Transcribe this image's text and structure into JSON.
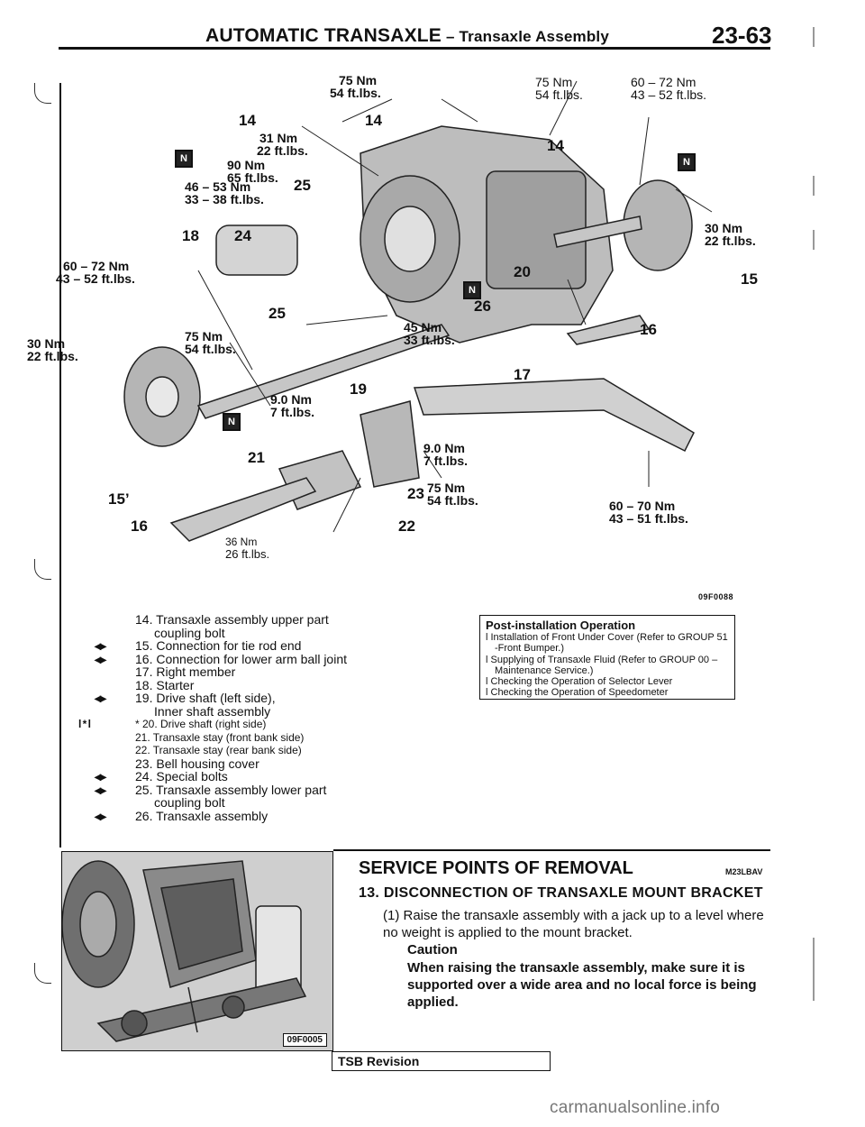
{
  "header": {
    "title_main": "AUTOMATIC TRANSAXLE",
    "title_sep": " – ",
    "title_sub": "Transaxle Assembly",
    "page": "23-63"
  },
  "diagram": {
    "figure_id": "09F0088",
    "labels": [
      {
        "id": "t75a1",
        "text": "75 Nm"
      },
      {
        "id": "t75a2",
        "text": "54 ft.lbs."
      },
      {
        "id": "t31a",
        "text": "31 Nm"
      },
      {
        "id": "t31b",
        "text": "22 ft.lbs."
      },
      {
        "id": "t90a",
        "text": "90 Nm"
      },
      {
        "id": "t90b",
        "text": "65 ft.lbs."
      },
      {
        "id": "t46a",
        "text": "46 – 53 Nm"
      },
      {
        "id": "t46b",
        "text": "33 – 38 ft.lbs."
      },
      {
        "id": "t60a",
        "text": "60 – 72 Nm"
      },
      {
        "id": "t60b",
        "text": "43 – 52 ft.lbs."
      },
      {
        "id": "t30a",
        "text": "30 Nm"
      },
      {
        "id": "t30b",
        "text": "22 ft.lbs."
      },
      {
        "id": "t75b1",
        "text": "75 Nm"
      },
      {
        "id": "t75b2",
        "text": "54 ft.lbs."
      },
      {
        "id": "t45a",
        "text": "45 Nm"
      },
      {
        "id": "t45b",
        "text": "33 ft.lbs."
      },
      {
        "id": "t9a1",
        "text": "9.0 Nm"
      },
      {
        "id": "t9a2",
        "text": "7 ft.lbs."
      },
      {
        "id": "t9b1",
        "text": "9.0 Nm"
      },
      {
        "id": "t9b2",
        "text": "7 ft.lbs."
      },
      {
        "id": "t75c1",
        "text": "75 Nm"
      },
      {
        "id": "t75c2",
        "text": "54 ft.lbs."
      },
      {
        "id": "t36a",
        "text": "36 Nm"
      },
      {
        "id": "t36b",
        "text": "26 ft.lbs."
      },
      {
        "id": "t75d1",
        "text": "75 Nm"
      },
      {
        "id": "t75d2",
        "text": "54 ft.lbs."
      },
      {
        "id": "t60c",
        "text": "60 – 72 Nm"
      },
      {
        "id": "t60d",
        "text": "43 – 52 ft.lbs."
      },
      {
        "id": "t30c",
        "text": "30 Nm"
      },
      {
        "id": "t30d",
        "text": "22 ft.lbs."
      },
      {
        "id": "t60e",
        "text": "60 – 70 Nm"
      },
      {
        "id": "t60f",
        "text": "43 – 51 ft.lbs."
      }
    ],
    "numbers": [
      "14",
      "14",
      "14",
      "25",
      "18",
      "24",
      "25",
      "20",
      "26",
      "15",
      "16",
      "19",
      "17",
      "21",
      "23",
      "22",
      "15’",
      "16"
    ],
    "n_marks": [
      "N",
      "N",
      "N",
      "N"
    ]
  },
  "parts": [
    {
      "mark": "",
      "text": "14. Transaxle assembly upper part",
      "cont": "coupling bolt"
    },
    {
      "mark": "◂▸",
      "text": "15. Connection for tie rod end",
      "cont": ""
    },
    {
      "mark": "◂▸",
      "text": "16. Connection for lower arm ball joint",
      "cont": ""
    },
    {
      "mark": "",
      "text": "17. Right member",
      "cont": ""
    },
    {
      "mark": "",
      "text": "18. Starter",
      "cont": ""
    },
    {
      "mark": "◂▸",
      "text": "19. Drive shaft (left side),",
      "cont": "Inner shaft assembly"
    },
    {
      "mark": "l * l",
      "text": "* 20. Drive shaft (right side)",
      "cont": ""
    },
    {
      "mark": "",
      "text": "21. Transaxle stay (front bank side)",
      "cont": ""
    },
    {
      "mark": "",
      "text": "22. Transaxle stay (rear bank side)",
      "cont": ""
    },
    {
      "mark": "",
      "text": "23. Bell housing cover",
      "cont": ""
    },
    {
      "mark": "◂▸",
      "text": "24. Special bolts",
      "cont": ""
    },
    {
      "mark": "◂▸",
      "text": "25. Transaxle assembly lower part",
      "cont": "coupling bolt"
    },
    {
      "mark": "◂▸",
      "text": "26. Transaxle assembly",
      "cont": ""
    }
  ],
  "post_install": {
    "title": "Post-installation Operation",
    "items": [
      "l Installation of Front Under Cover (Refer to GROUP 51 -Front Bumper.)",
      "l Supplying of Transaxle Fluid (Refer to GROUP 00 – Maintenance Service.)",
      "l Checking the Operation of Selector Lever",
      "l Checking the Operation of Speedometer"
    ]
  },
  "photo": {
    "figure_id": "09F0005"
  },
  "service": {
    "title": "SERVICE POINTS OF REMOVAL",
    "code": "M23LBAV",
    "heading": "13. DISCONNECTION OF TRANSAXLE MOUNT BRACKET",
    "step": "(1) Raise the transaxle assembly with a jack up to a level where no weight is applied to the mount bracket.",
    "caution_label": "Caution",
    "caution_text": "When raising the transaxle assembly, make sure it is supported over a wide area and no local force is being applied."
  },
  "footer": {
    "tsb": "TSB Revision"
  },
  "watermark": "carmanualsonline.info"
}
